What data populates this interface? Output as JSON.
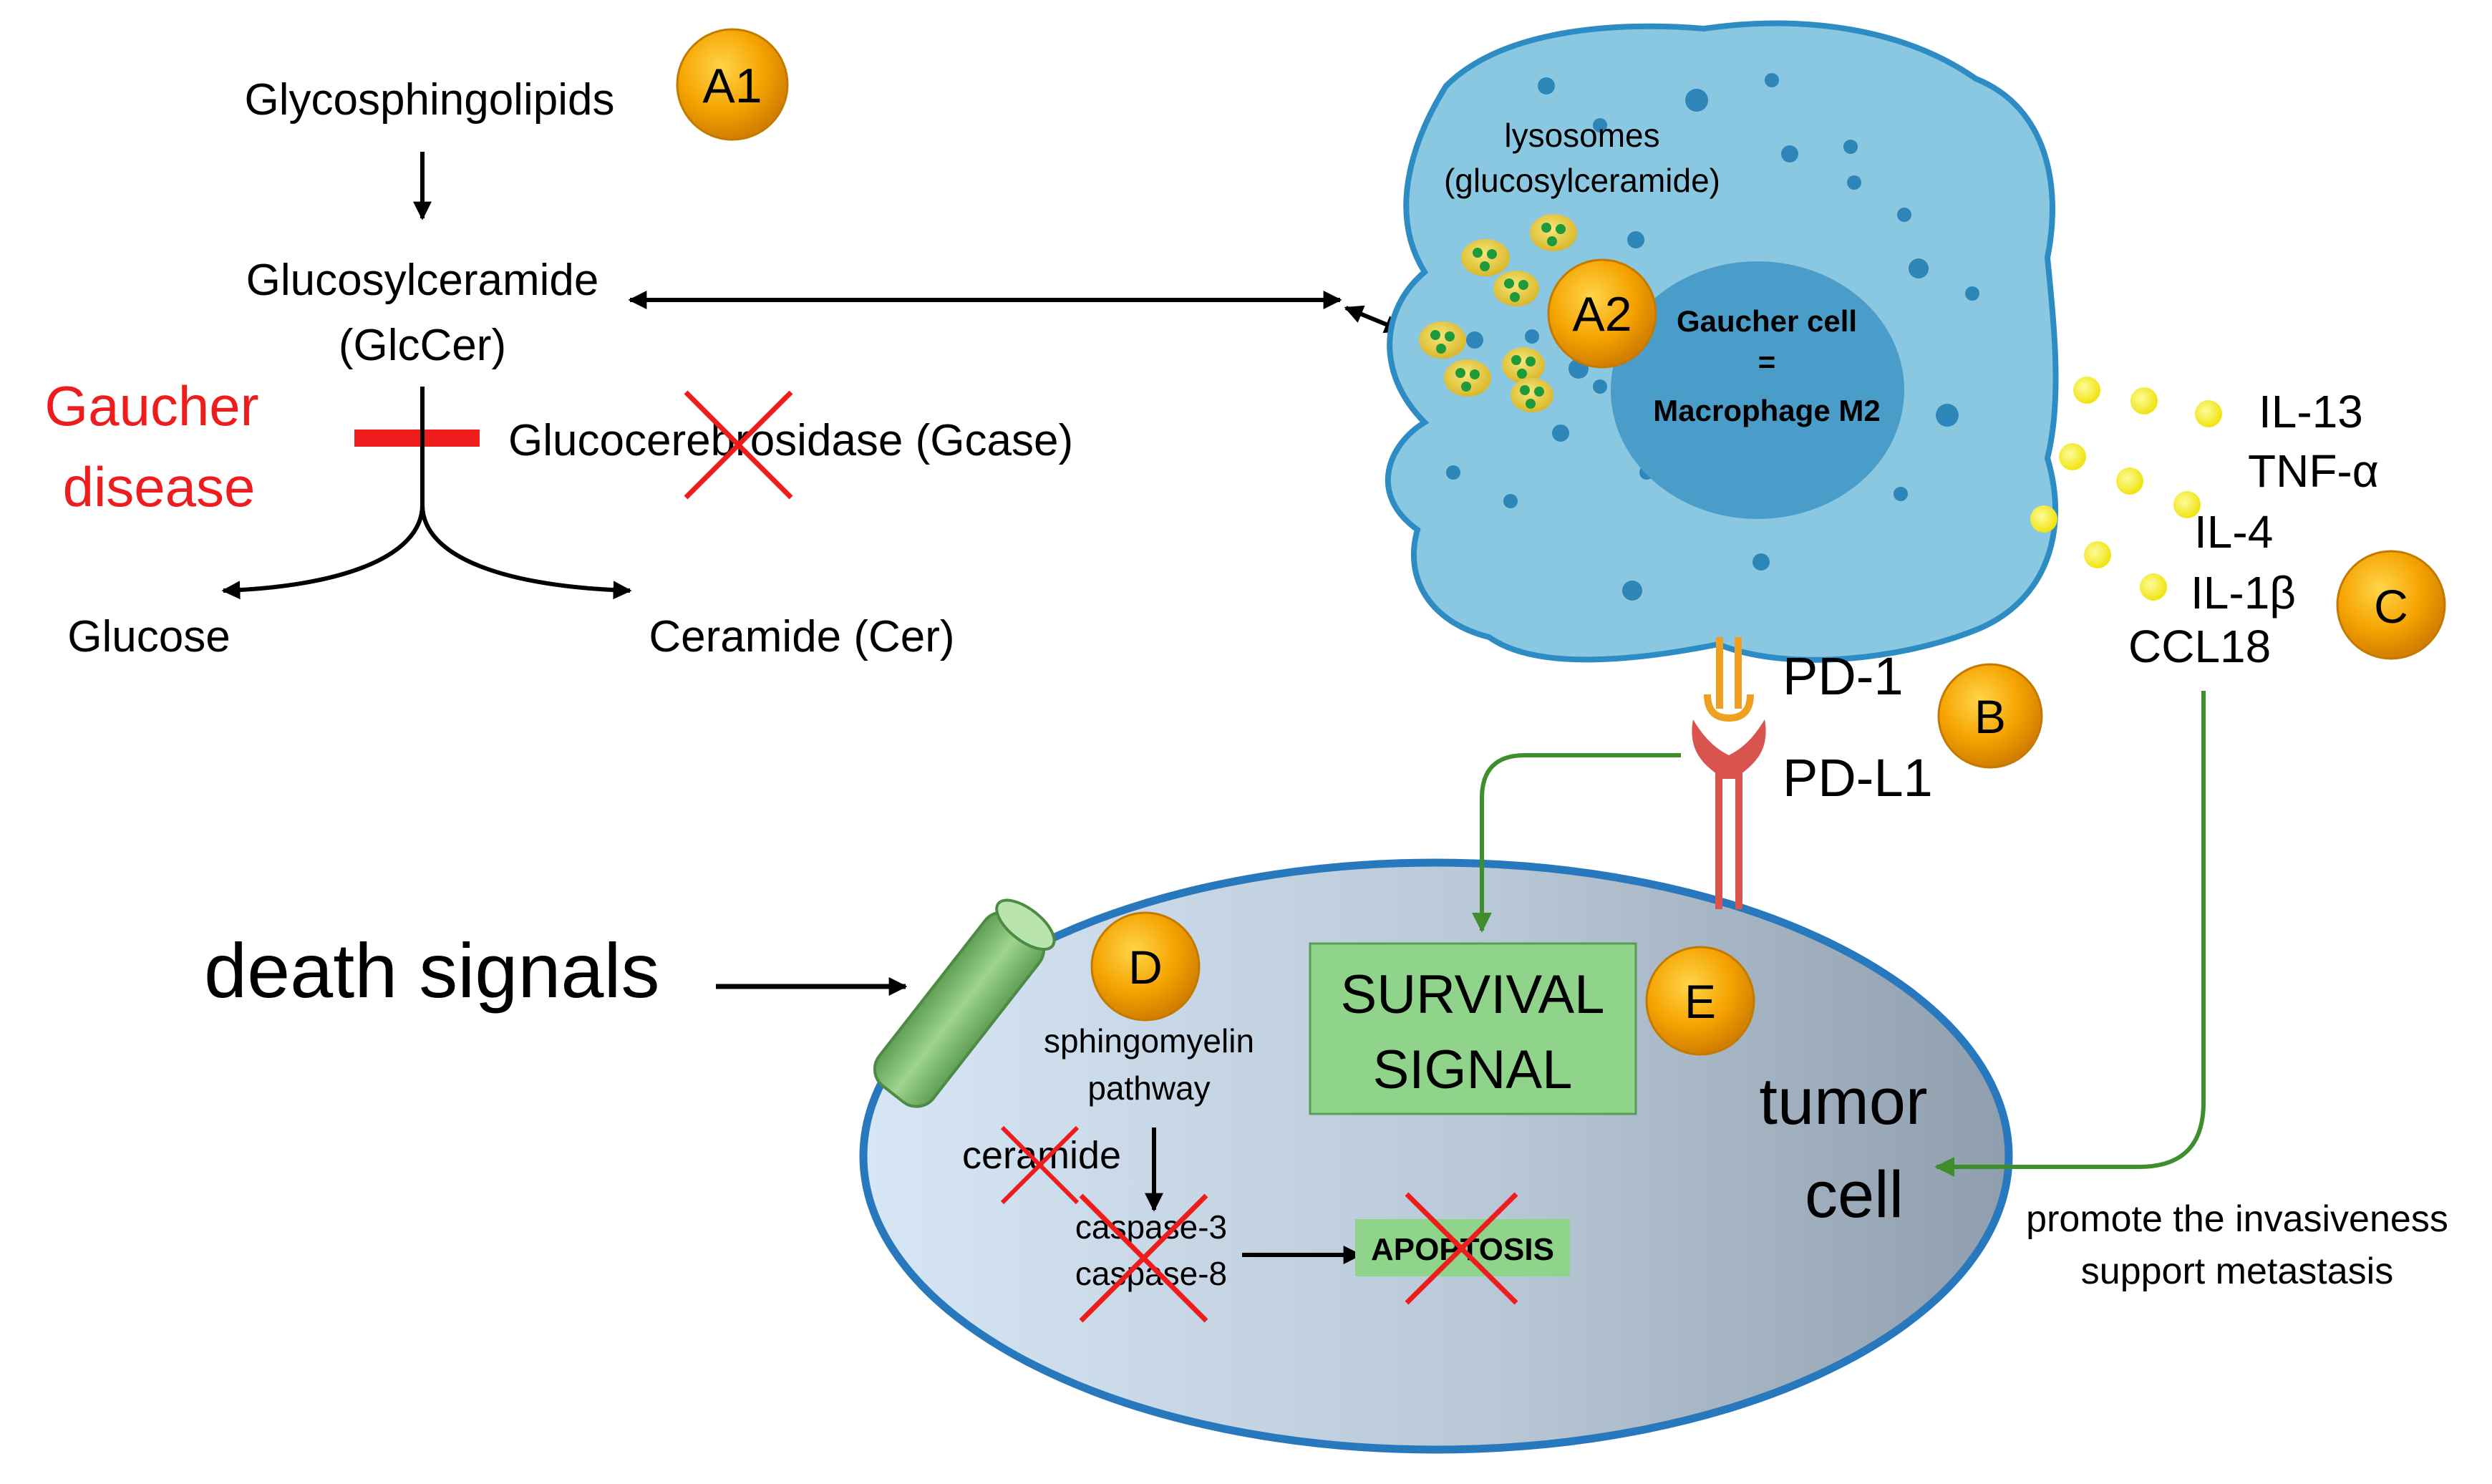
{
  "pathway": {
    "glycosphingolipids": "Glycosphingolipids",
    "glucosylceramide": "Glucosylceramide",
    "glccer": "(GlcCer)",
    "gaucher_line1": "Gaucher",
    "gaucher_line2": "disease",
    "gcase": "Glucocerebrosidase (Gcase)",
    "glucose": "Glucose",
    "ceramide_cer": "Ceramide (Cer)"
  },
  "macrophage": {
    "lysosomes_line1": "lysosomes",
    "lysosomes_line2": "(glucosylceramide)",
    "gaucher_cell": "Gaucher cell",
    "equals": "=",
    "macrophage_m2": "Macrophage M2"
  },
  "receptors": {
    "pd1": "PD-1",
    "pdl1": "PD-L1"
  },
  "cytokines": [
    "IL-13",
    "TNF-α",
    "IL-4",
    "IL-1β",
    "CCL18"
  ],
  "invasion": {
    "line1": "promote the invasiveness",
    "line2": "support metastasis"
  },
  "tumor": {
    "death_signals": "death signals",
    "sphingomyelin_line1": "sphingomyelin",
    "sphingomyelin_line2": "pathway",
    "ceramide": "ceramide",
    "caspase3": "caspase-3",
    "caspase8": "caspase-8",
    "apoptosis": "APOPTOSIS",
    "survival_line1": "SURVIVAL",
    "survival_line2": "SIGNAL",
    "tumor_line1": "tumor",
    "tumor_line2": "cell"
  },
  "badges": {
    "a1": "A1",
    "a2": "A2",
    "b": "B",
    "c": "C",
    "d": "D",
    "e": "E"
  },
  "colors": {
    "red": "#ee1c1c",
    "green_arrow": "#3e8e2e",
    "badge_orange": "#f5a300",
    "macrophage_fill": "#8ac8e2",
    "nucleus_fill": "#4a9dc8",
    "tumor_border": "#2878bd",
    "survival_box": "#90d48c",
    "cytokine_yellow": "#f5ef18",
    "pd1_orange": "#f0a020",
    "pdl1_red": "#d9534f"
  }
}
